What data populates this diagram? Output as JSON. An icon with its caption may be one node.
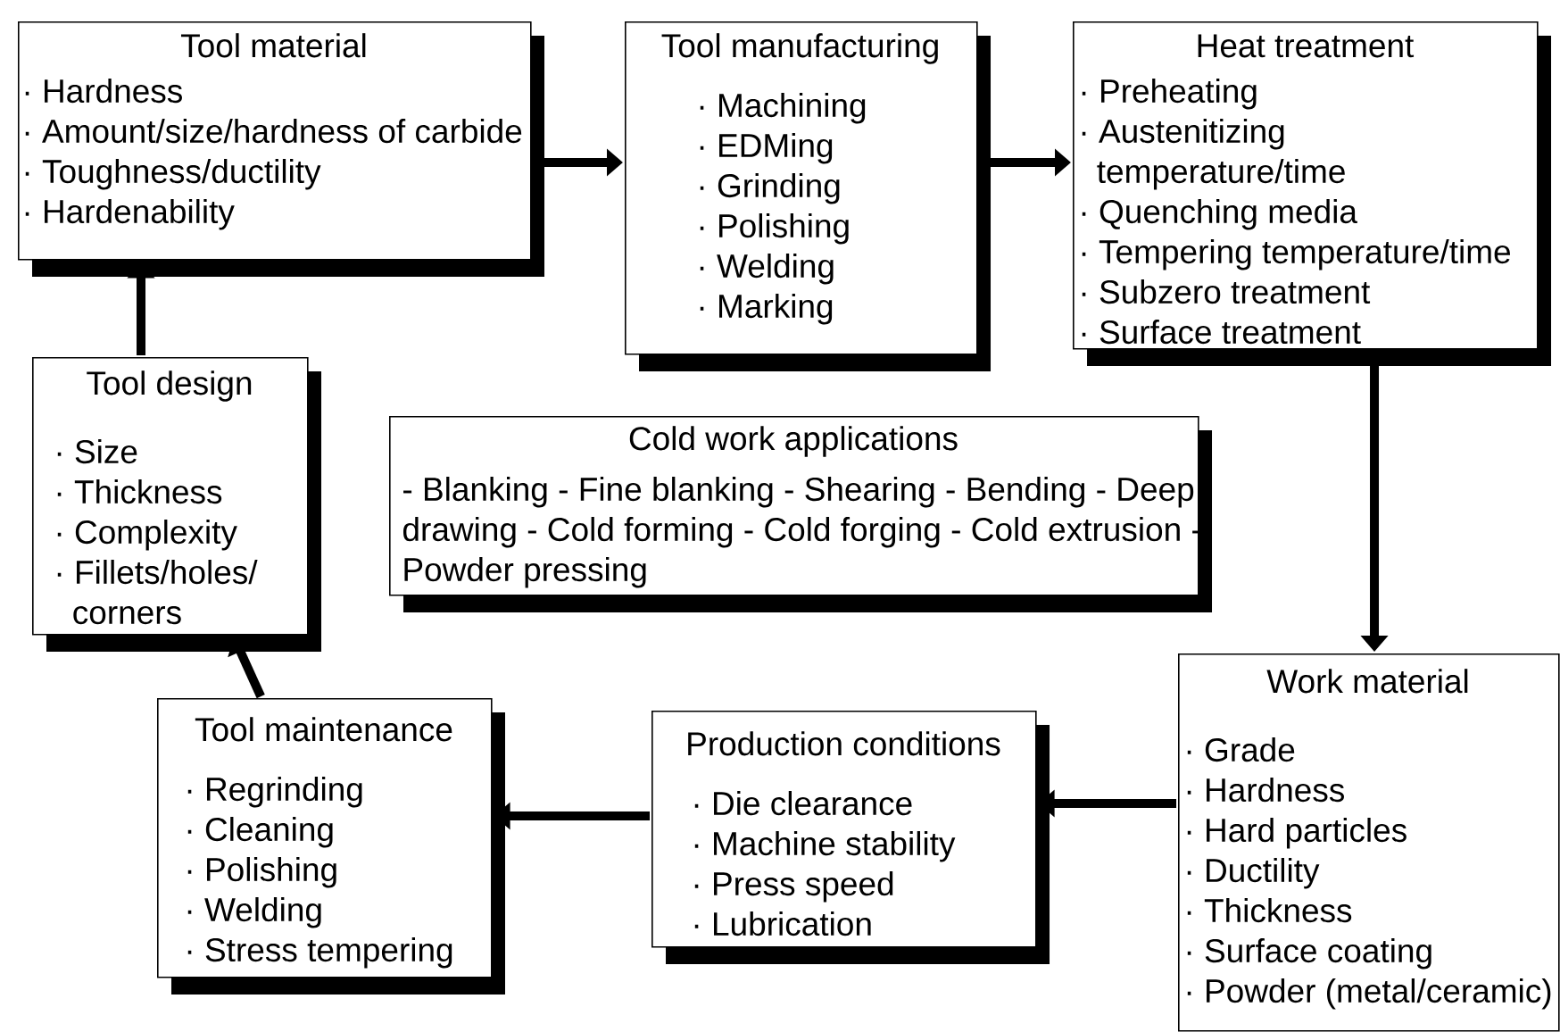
{
  "diagram": {
    "nodes": [
      {
        "text": [
          "Tool material",
          "· Hardness",
          "· Amount/size/hardness of carbide",
          "· Toughness/ductility",
          "· Hardenability"
        ]
      },
      {
        "text": [
          "Tool manufacturing",
          "· Machining",
          "· EDMing",
          "· Grinding",
          "· Polishing",
          "· Welding",
          "· Marking"
        ]
      },
      {
        "text": [
          "Heat treatment",
          "· Preheating",
          "· Austenitizing temperature/time",
          "· Quenching media",
          "· Tempering temperature/time",
          "· Subzero treatment",
          "· Surface treatment"
        ]
      },
      {
        "text": [
          "Tool design",
          "· Size",
          "· Thickness",
          "· Complexity",
          "· Fillets/holes/ corners"
        ]
      },
      {
        "text": [
          "Cold work applications",
          "- Blanking - Fine blanking - Shearing - Bending - Deep drawing - Cold forming - Cold forging - Cold extrusion - Powder pressing"
        ]
      },
      {
        "text": [
          "Work material",
          "· Grade",
          "· Hardness",
          "· Hard particles",
          "· Ductility",
          "· Thickness",
          "· Surface coating",
          "· Powder (metal/ceramic)"
        ]
      },
      {
        "text": [
          "Tool maintenance",
          "· Regrinding",
          "· Cleaning",
          "· Polishing",
          "· Welding",
          "· Stress tempering"
        ]
      },
      {
        "text": [
          "Production conditions",
          "· Die clearance",
          "· Machine stability",
          "· Press speed",
          "· Lubrication"
        ]
      }
    ],
    "edges": [
      {
        "from": 0,
        "to": 1,
        "arrow": "to"
      },
      {
        "from": 1,
        "to": 2,
        "arrow": "to"
      },
      {
        "from": 2,
        "to": 5,
        "arrow": "to"
      },
      {
        "from": 5,
        "to": 7,
        "arrow": "to"
      },
      {
        "from": 7,
        "to": 6,
        "arrow": "to"
      },
      {
        "from": 6,
        "to": 3,
        "arrow": "to"
      },
      {
        "from": 3,
        "to": 0,
        "arrow": "to"
      }
    ]
  }
}
